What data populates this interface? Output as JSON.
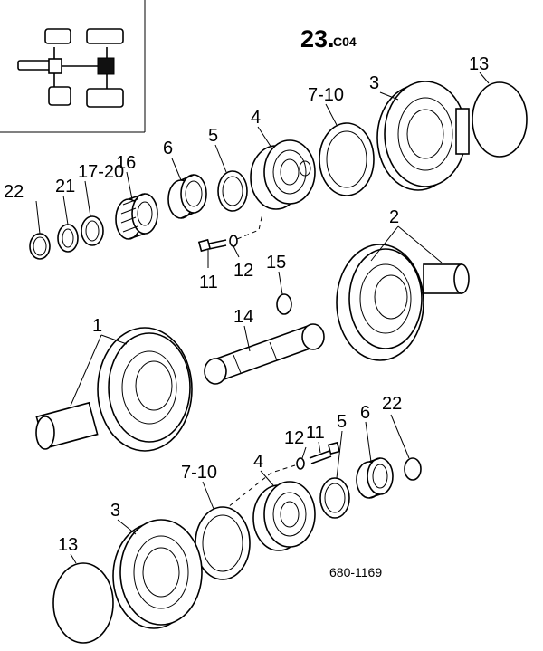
{
  "header": {
    "page_number": "23.",
    "page_suffix": "C04"
  },
  "reference_code": "680-1169",
  "callouts": {
    "c1": "1",
    "c2": "2",
    "c3_top": "3",
    "c3_bottom": "3",
    "c4_top": "4",
    "c4_bottom": "4",
    "c5_top": "5",
    "c5_bottom": "5",
    "c6_top": "6",
    "c6_bottom": "6",
    "c7_10_top": "7-10",
    "c7_10_bottom": "7-10",
    "c11_top": "11",
    "c11_bottom": "11",
    "c12_top": "12",
    "c12_bottom": "12",
    "c13_top": "13",
    "c13_bottom": "13",
    "c14": "14",
    "c15": "15",
    "c16": "16",
    "c17_20": "17-20",
    "c21": "21",
    "c22_top": "22",
    "c22_bottom": "22"
  }
}
